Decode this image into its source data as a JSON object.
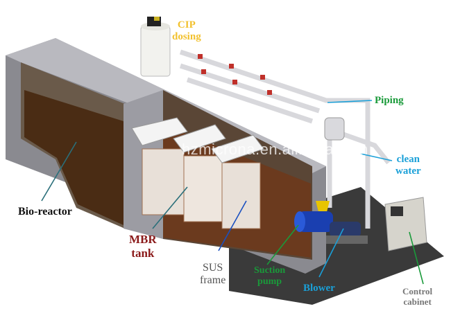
{
  "labels": {
    "cip_dosing": "CIP\ndosing",
    "piping": "Piping",
    "clean_water": "clean\nwater",
    "bio_reactor": "Bio-reactor",
    "mbr_tank": "MBR\ntank",
    "sus_frame": "SUS\nframe",
    "suction_pump": "Suction\npump",
    "blower": "Blower",
    "control_cabinet": "Control\ncabinet"
  },
  "watermark": "hzmicrona.en.alibaba.com",
  "colors": {
    "cip_dosing": "#f2c12e",
    "piping": "#1a9a3a",
    "clean_water": "#1aa0d8",
    "bio_reactor": "#111111",
    "mbr_tank": "#8b1a1a",
    "sus_frame": "#555555",
    "suction_pump": "#1a9a3a",
    "blower": "#1aa0d8",
    "control_cabinet": "#777777"
  }
}
